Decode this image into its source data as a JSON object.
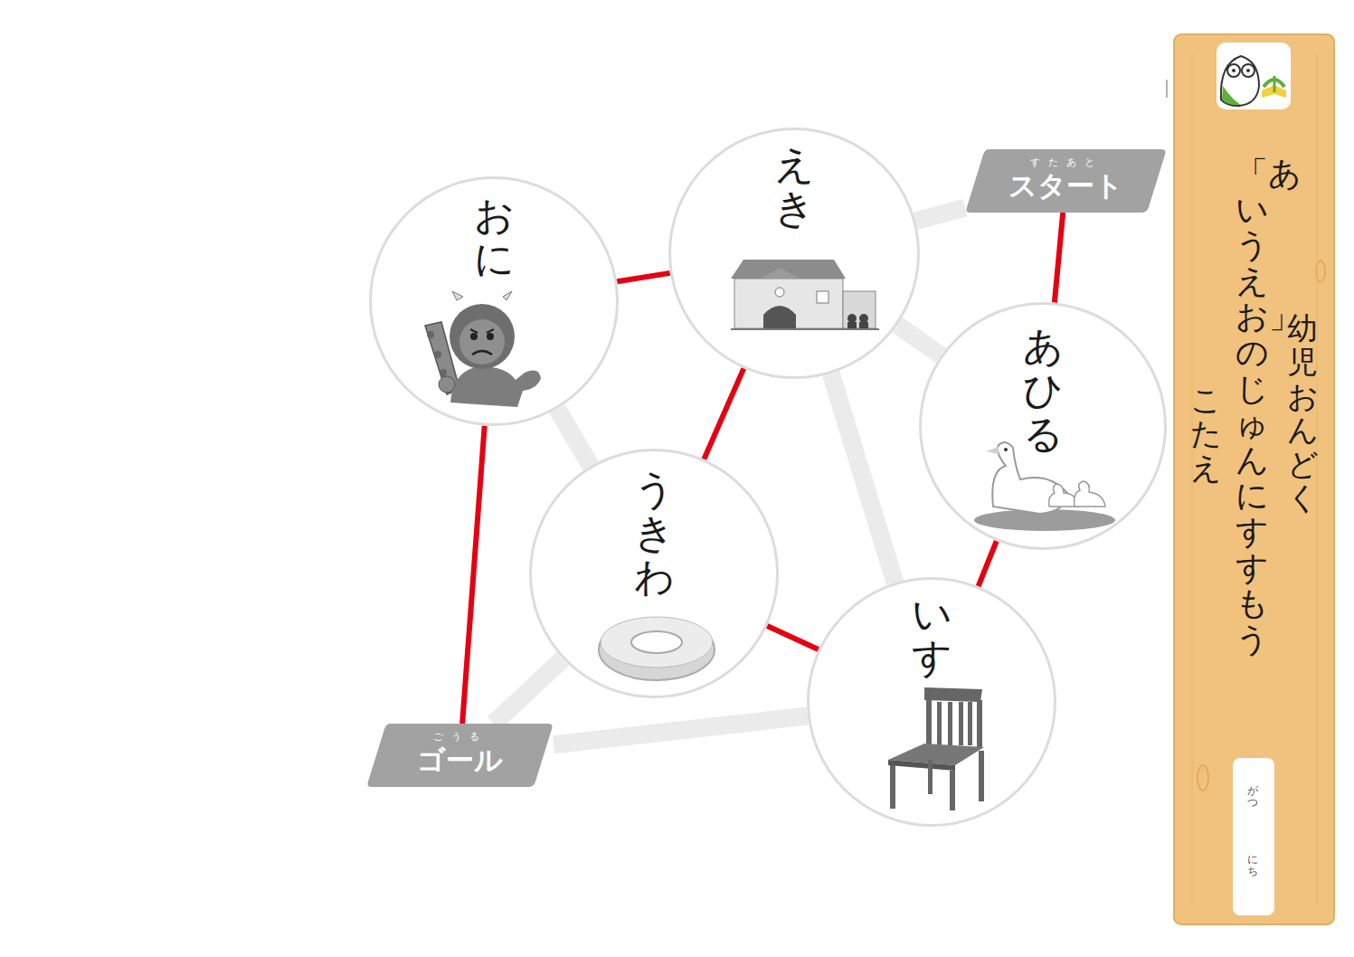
{
  "diagram": {
    "nodes": [
      {
        "text": [
          "すたあと",
          "スタート"
        ]
      },
      {
        "text": [
          "あひる"
        ]
      },
      {
        "text": [
          "いす"
        ]
      },
      {
        "text": [
          "うきわ"
        ]
      },
      {
        "text": [
          "えき"
        ]
      },
      {
        "text": [
          "おに"
        ]
      },
      {
        "text": [
          "ごうる",
          "ゴール"
        ]
      }
    ],
    "edges": [
      {
        "from": 0,
        "to": 1,
        "arrow": "none"
      },
      {
        "from": 1,
        "to": 2,
        "arrow": "none"
      },
      {
        "from": 2,
        "to": 3,
        "arrow": "none"
      },
      {
        "from": 3,
        "to": 4,
        "arrow": "none"
      },
      {
        "from": 4,
        "to": 5,
        "arrow": "none"
      },
      {
        "from": 5,
        "to": 6,
        "arrow": "none"
      },
      {
        "from": 0,
        "to": 4,
        "arrow": "none"
      },
      {
        "from": 4,
        "to": 1,
        "arrow": "none"
      },
      {
        "from": 4,
        "to": 2,
        "arrow": "none"
      },
      {
        "from": 5,
        "to": 3,
        "arrow": "none"
      },
      {
        "from": 3,
        "to": 6,
        "arrow": "none"
      },
      {
        "from": 6,
        "to": 2,
        "arrow": "none"
      }
    ],
    "labels": [
      "幼児　おんどく",
      "「あいうえお」のじゅんにすすもう",
      "こたえ",
      "がつ",
      "にち"
    ]
  }
}
